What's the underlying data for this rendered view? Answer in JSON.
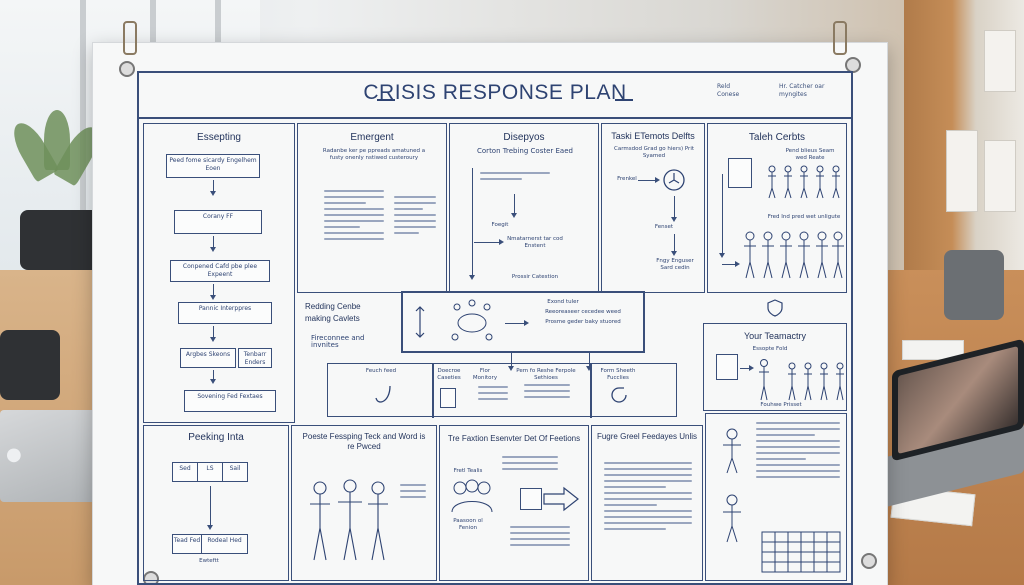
{
  "poster": {
    "title": "CRISIS RESPONSE PLAN",
    "meta_left": "Reld Conese",
    "meta_right": "Hr. Catcher oar myngites"
  },
  "sections": {
    "top_1": {
      "heading": "Essepting",
      "boxes": [
        "Peed fome sicardy Engelhem Eoen",
        "Corany FF",
        "Conpened Cafd pbe plee Expeent",
        "Pannic Interppres",
        "Argbes Skeons",
        "Tenbarr Enders",
        "Sovening Fed Fextaes"
      ]
    },
    "top_2": {
      "heading": "Emergent",
      "note": "Radanbe ker pe ppreads amatuned a fusty onenly nstiwed custeroury"
    },
    "top_3": {
      "heading": "Disepyos",
      "sub": "Corton Trebing Coster Eaed",
      "labels": [
        "Foegit",
        "Nmatarnerst tar cod Enstent",
        "Prossir Catestion"
      ]
    },
    "top_4": {
      "heading": "Taski ETemots Delfts",
      "sub": "Carmsdod Grad go hiers) Prit Syamed",
      "labels": [
        "Frenkel",
        "Fenset",
        "Fngy Enguser Sard cedin"
      ]
    },
    "top_5": {
      "heading": "Taleh Cerbts",
      "labels": [
        "Pend blieus Seam wed Reate",
        "Fred Ind pred wet unligute"
      ]
    },
    "mid_left": {
      "heading": "Redding Cenbe making Cavlets",
      "sub": "Fireconnee and invnites"
    },
    "mid_center": {
      "labels": [
        "Exond tuler",
        "Reeoreaseer cecedee weed",
        "Prosme geder baky stuored"
      ]
    },
    "mid_row": {
      "labels": [
        "Feuch feed",
        "Doecroe Caseties",
        "Flor Monitory",
        "Pem fo Reshe Ferpole Sethioes",
        "Form Sheeth Fucclies"
      ]
    },
    "mid_right": {
      "heading": "Your Teamactry",
      "labels": [
        "Essopte Fold",
        "Fouhwe Prisset"
      ]
    },
    "bottom_1": {
      "heading": "Peeking Inta",
      "table": [
        "Sed",
        "LS",
        "Sail"
      ],
      "labels": [
        "Tead Fed",
        "Rodeal Hed",
        "Ewteftt"
      ]
    },
    "bottom_2": {
      "heading": "Poeste Fessping Teck and Word is re Pwced"
    },
    "bottom_3": {
      "heading": "Tre Faxtion Esenvter Det Of Feetions",
      "labels": [
        "Fretl Tealis",
        "Paasoon ol Fenion"
      ]
    },
    "bottom_4": {
      "heading": "Fugre Greel Feedayes Unlis"
    }
  },
  "colors": {
    "ink": "#2e4372",
    "paper": "#f7f8f8"
  }
}
